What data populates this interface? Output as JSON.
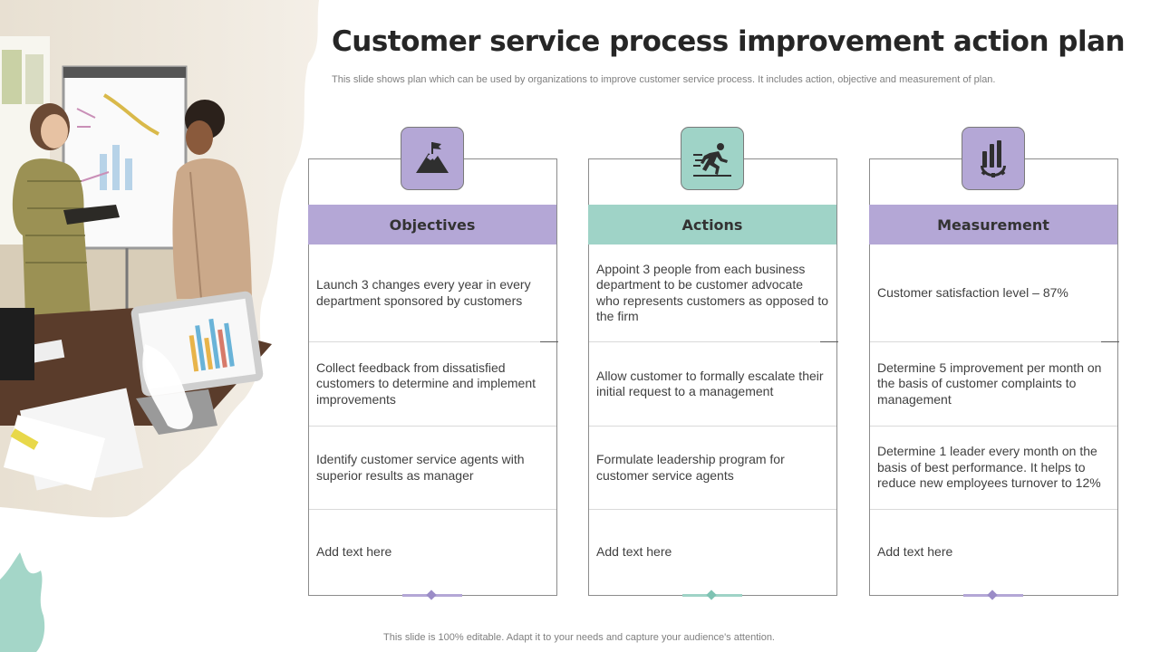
{
  "title": "Customer service process improvement action plan",
  "subtitle": "This slide shows plan which can be used by organizations to improve customer service process. It includes action, objective and measurement of plan.",
  "footer": "This slide is 100% editable. Adapt it to your needs and capture your audience's attention.",
  "colors": {
    "purple": "#b4a7d6",
    "teal": "#9fd3c7",
    "title": "#262626"
  },
  "columns": [
    {
      "heading": "Objectives",
      "icon": "mountain-flag-icon",
      "items": [
        "Launch 3 changes every year in every department sponsored by customers",
        "Collect feedback from dissatisfied customers to determine and  implement improvements",
        "Identify customer service agents with superior results as manager",
        "Add text here"
      ]
    },
    {
      "heading": "Actions",
      "icon": "running-person-icon",
      "items": [
        "Appoint  3 people from each business department to be customer advocate who represents customers as opposed to the firm",
        "Allow customer to formally escalate their initial request to a management",
        "Formulate leadership program for customer service agents",
        "Add text here"
      ]
    },
    {
      "heading": "Measurement",
      "icon": "bar-chart-gear-icon",
      "items": [
        "Customer satisfaction level – 87%",
        "Determine 5 improvement per month on the basis of customer complaints to management",
        "Determine 1 leader every month on the basis of best performance. It helps to reduce new employees turnover to 12%",
        "Add text here"
      ]
    }
  ]
}
